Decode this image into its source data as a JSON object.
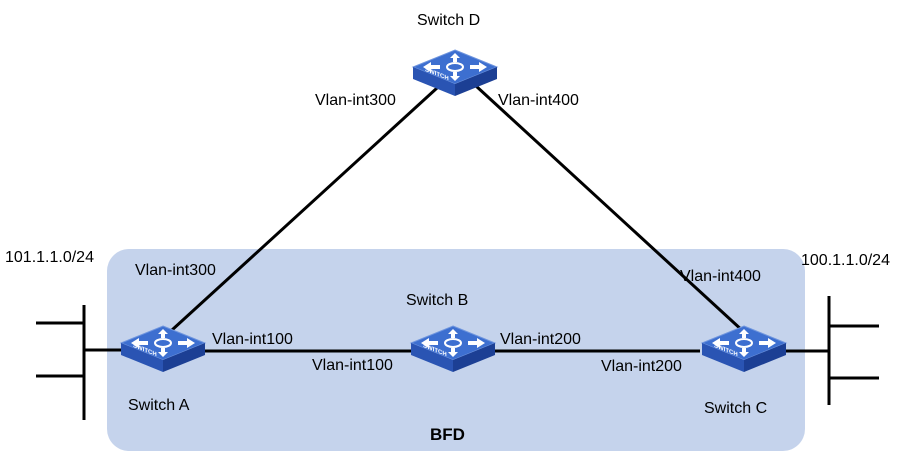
{
  "colors": {
    "bfd_region": "#c5d3ec",
    "line": "#000000",
    "switch_top": "#3d6fd0",
    "switch_side": "#1c3f94",
    "switch_front": "#2a54b3",
    "arrow": "#ffffff"
  },
  "bfd_region": {
    "label": "BFD"
  },
  "switches": [
    {
      "id": "A",
      "name": "Switch A",
      "device_text": "SWITCH"
    },
    {
      "id": "B",
      "name": "Switch B",
      "device_text": "SWITCH"
    },
    {
      "id": "C",
      "name": "Switch C",
      "device_text": "SWITCH"
    },
    {
      "id": "D",
      "name": "Switch D",
      "device_text": "SWITCH"
    }
  ],
  "links": [
    {
      "from": "A",
      "to": "B",
      "from_interface": "Vlan-int100",
      "to_interface": "Vlan-int100"
    },
    {
      "from": "B",
      "to": "C",
      "from_interface": "Vlan-int200",
      "to_interface": "Vlan-int200"
    },
    {
      "from": "A",
      "to": "D",
      "from_interface": "Vlan-int300",
      "to_interface": "Vlan-int300"
    },
    {
      "from": "C",
      "to": "D",
      "from_interface": "Vlan-int400",
      "to_interface": "Vlan-int400"
    }
  ],
  "networks": [
    {
      "attached_to": "A",
      "subnet": "101.1.1.0/24"
    },
    {
      "attached_to": "C",
      "subnet": "100.1.1.0/24"
    }
  ]
}
